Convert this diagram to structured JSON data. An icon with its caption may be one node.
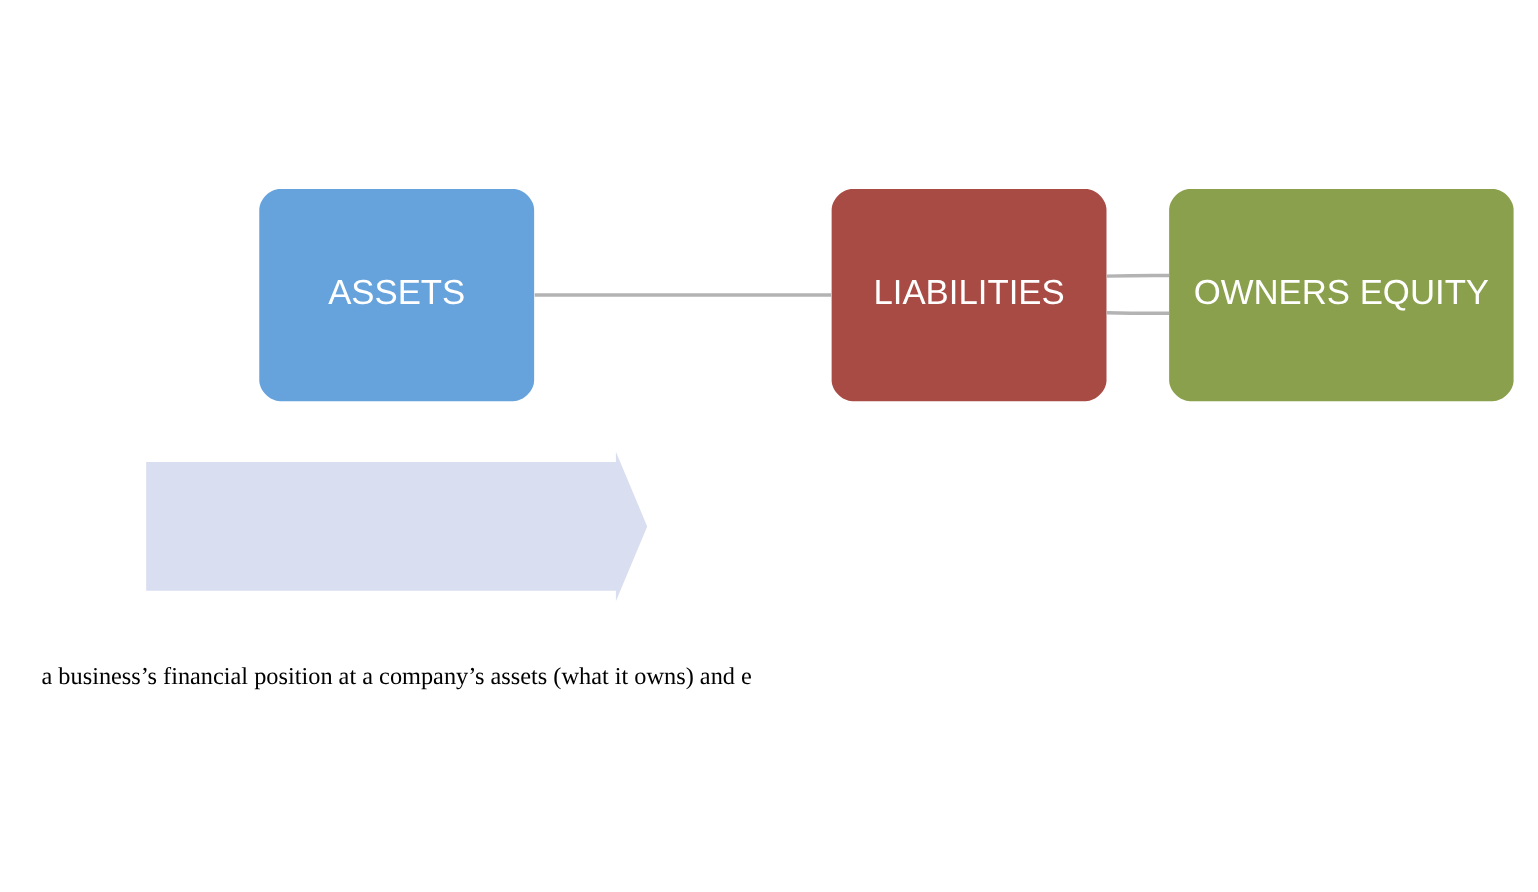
{
  "diagram": {
    "nodes": [
      {
        "text": [],
        "shape": "arrow"
      },
      {
        "text": [
          "ASSETS"
        ]
      },
      {
        "text": [
          "LIABILITIES"
        ]
      },
      {
        "text": [
          "OWNERS EQUITY"
        ]
      }
    ],
    "edges": [
      {
        "from": 1,
        "to": 2,
        "arrow": "none"
      },
      {
        "from": 2,
        "to": 3,
        "arrow": "none"
      },
      {
        "from": 2,
        "to": 3,
        "arrow": "none"
      }
    ],
    "labels": [
      "a business’s financial position at a company’s assets (what it owns) and e"
    ]
  }
}
